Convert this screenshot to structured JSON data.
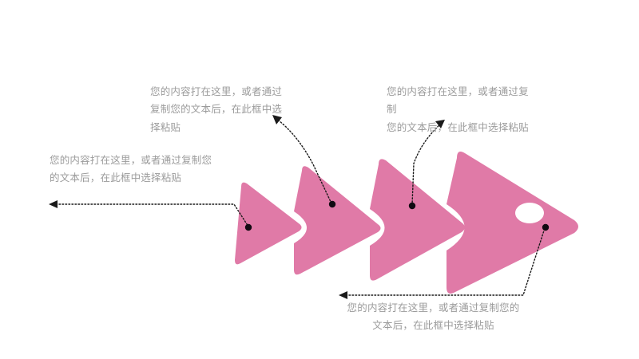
{
  "slide": {
    "background_color": "#ffffff",
    "accent_color": "#e07aa7",
    "text_color": "#9b9b9b",
    "leader_color": "#1a1a1a"
  },
  "callouts": [
    {
      "id": "callout-left",
      "text": "您的内容打在这里，或者通过复制您\n的文本后，在此框中选择粘贴"
    },
    {
      "id": "callout-top-middle",
      "text": "您的内容打在这里，或者通过\n复制您的文本后，在此框中选\n择粘贴"
    },
    {
      "id": "callout-top-right",
      "text": "您的内容打在这里，或者通过复制\n您的文本后，在此框中选择粘贴"
    },
    {
      "id": "callout-bottom",
      "text": "您的内容打在这里，或者通过复制您的\n文本后，在此框中选择粘贴"
    }
  ],
  "shapes": {
    "arrow_1_name": "triangle-arrow",
    "arrow_2_name": "chevron-arrow",
    "arrow_3_name": "chevron-arrow",
    "arrow_4_name": "fish-head-arrow",
    "eye_name": "fish-eye"
  }
}
